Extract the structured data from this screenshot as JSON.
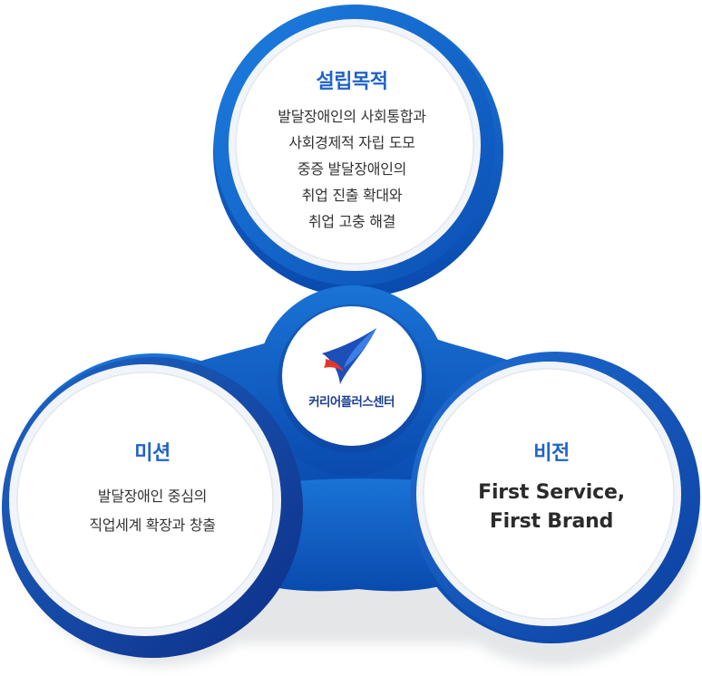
{
  "purpose": {
    "title": "설립목적",
    "lines": [
      "발달장애인의 사회통합과",
      "사회경제적 자립 도모",
      "중증 발달장애인의",
      "취업 진출 확대와",
      "취업 고충 해결"
    ]
  },
  "mission": {
    "title": "미션",
    "lines": [
      "발달장애인 중심의",
      "직업세계 확장과 창출"
    ]
  },
  "vision": {
    "title": "비전",
    "lines": [
      "First Service,",
      "First Brand"
    ]
  },
  "center": {
    "brand_name": "커리어플러스센터",
    "logo_icon": "arrow-logo-icon"
  },
  "colors": {
    "title_blue": "#1f63c8",
    "blob_blue": "#1261c4",
    "ring_blue": "#0b52b8",
    "dark_navy": "#0c2a78",
    "logo_red": "#e6342b"
  }
}
